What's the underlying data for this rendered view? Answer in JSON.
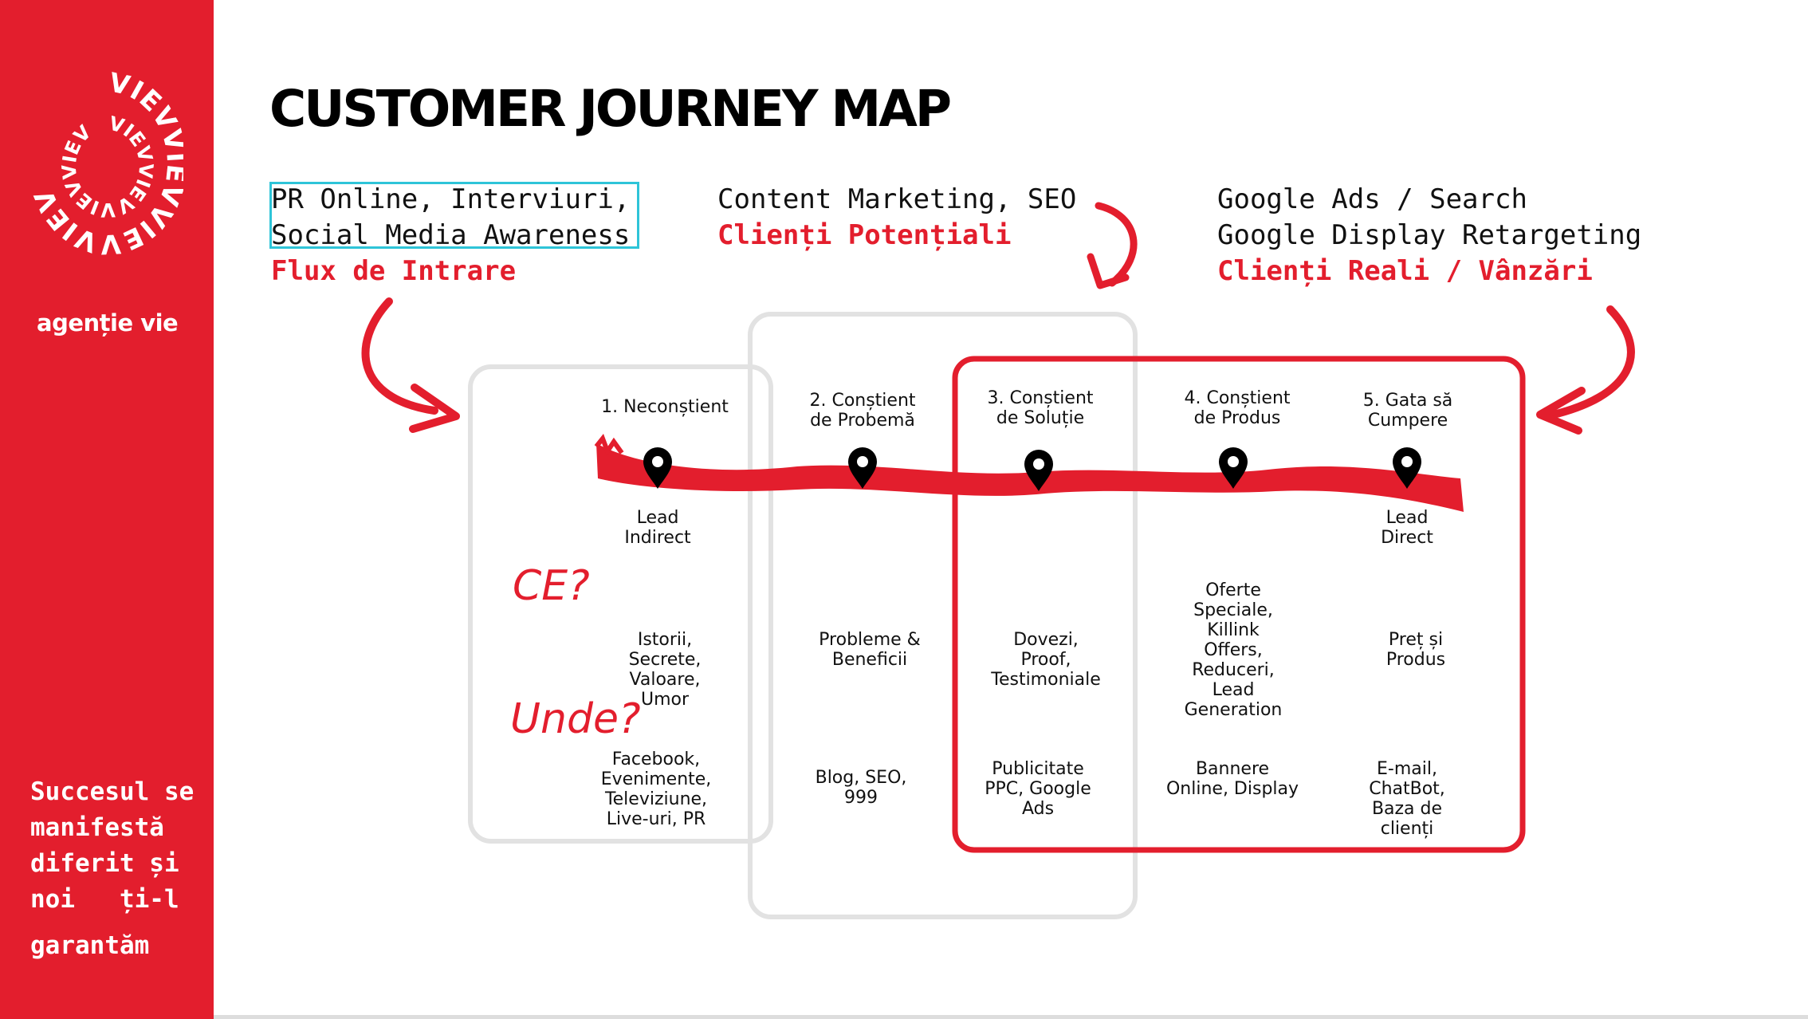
{
  "brand": {
    "name": "agenție vie",
    "ring_text": "VIEVVIEVVIEVVIEV"
  },
  "tagline": [
    "Succesul se",
    "manifestă",
    "diferit și",
    "noi   ți-l",
    "garantăm"
  ],
  "title": "CUSTOMER JOURNEY MAP",
  "channels": {
    "left": {
      "line1": "PR Online, Interviuri,",
      "line2": "Social Media Awareness",
      "highlight": "Flux de Intrare"
    },
    "middle": {
      "line1": "Content Marketing, SEO",
      "highlight": "Clienți Potențiali"
    },
    "right": {
      "line1": "Google Ads / Search",
      "line2": "Google Display Retargeting",
      "highlight": "Clienți Reali / Vânzări"
    }
  },
  "stages": [
    {
      "label": "1. Neconștient",
      "content": "Istorii,\nSecrete,\nValoare,\nUmor",
      "channel": "Facebook,\nEvenimente,\nTeleviziune,\nLive-uri, PR"
    },
    {
      "label": "2. Conștient\nde Probemă",
      "content": "Probleme &\nBeneficii",
      "channel": "Blog, SEO,\n999"
    },
    {
      "label": "3. Conștient\nde Soluție",
      "content": "Dovezi,\nProof,\nTestimoniale",
      "channel": "Publicitate\nPPC, Google\nAds"
    },
    {
      "label": "4. Conștient\nde Produs",
      "content": "Oferte\nSpeciale,\nKillink\nOffers,\nReduceri,\nLead\nGeneration",
      "channel": "Bannere\nOnline, Display"
    },
    {
      "label": "5. Gata să\nCumpere",
      "content": "Preț și\nProdus",
      "channel": "E-mail,\nChatBot,\nBaza de\nclienți"
    }
  ],
  "lead_labels": {
    "start": "Lead\nIndirect",
    "end": "Lead\nDirect"
  },
  "row_labels": {
    "what": "CE?",
    "where": "Unde?"
  },
  "colors": {
    "accent": "#e31e2d",
    "selection": "#2ec4d8",
    "frame_gray": "#e2e2e2"
  }
}
